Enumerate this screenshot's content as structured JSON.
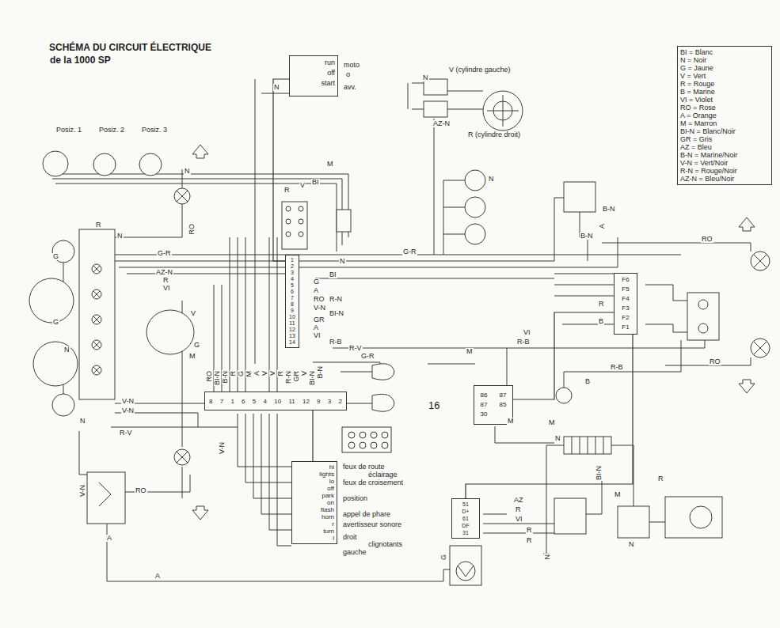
{
  "diagram": {
    "title": "SCHÉMA DU CIRCUIT ÉLECTRIQUE",
    "nodes": [
      {
        "text": [
          "run",
          "off",
          "start"
        ]
      },
      {
        "text": [
          "BI = Blanc",
          "N = Noir",
          "G = Jaune",
          "V = Vert",
          "R = Rouge",
          "B = Marine",
          "VI = Violet",
          "RO = Rose",
          "A = Orange",
          "M = Marron",
          "BI-N = Blanc/Noir",
          "GR = Gris",
          "AZ = Bleu",
          "B-N = Marine/Noir",
          "V-N = Vert/Noir",
          "R-N = Rouge/Noir",
          "AZ-N = Bleu/Noir"
        ]
      },
      {
        "text": [
          "1",
          "2",
          "3",
          "4",
          "5",
          "6",
          "7",
          "8",
          "9",
          "10",
          "11",
          "12",
          "13",
          "14"
        ]
      },
      {
        "text": [
          "F6",
          "F5",
          "F4",
          "F3",
          "F2",
          "F1"
        ]
      },
      {
        "text": [
          "8",
          "7",
          "1",
          "6",
          "5",
          "4",
          "10",
          "11",
          "12",
          "9",
          "3",
          "2"
        ]
      },
      {
        "text": [
          "86",
          "87",
          "87",
          "85",
          "30"
        ]
      },
      {
        "text": [
          "hi",
          "lights",
          "lo",
          "off",
          "park",
          "on",
          "flash",
          "horn",
          "r",
          "turn",
          "l"
        ]
      },
      {
        "text": [
          "51",
          "D+",
          "61",
          "DF",
          "31"
        ]
      }
    ],
    "edges": [
      {
        "from": 0,
        "to": 2,
        "arrow": "none"
      },
      {
        "from": 6,
        "to": 4,
        "arrow": "none"
      },
      {
        "from": 5,
        "to": 3,
        "arrow": "none"
      },
      {
        "from": 7,
        "to": 3,
        "arrow": "none"
      }
    ],
    "labels": [
      "de la 1000 SP",
      "Posiz. 1",
      "Posiz. 2",
      "Posiz. 3",
      "moto",
      "o",
      "avv.",
      "V (cylindre gauche)",
      "R (cylindre droit)",
      "feux de route",
      "éclairage",
      "feux de croisement",
      "position",
      "appel de phare",
      "avertisseur sonore",
      "droit",
      "clignotants",
      "gauche",
      "16",
      "N",
      "BI",
      "M",
      "R",
      "V",
      "RO",
      "G-R",
      "G-R",
      "AZ-N",
      "R",
      "VI",
      "N",
      "BI",
      "G",
      "A",
      "RO",
      "R-N",
      "V-N",
      "BI-N",
      "GR",
      "A",
      "VI",
      "R-B",
      "R-V",
      "G-R",
      "B-N",
      "RO",
      "BI-N",
      "B-N",
      "R",
      "G",
      "M",
      "A",
      "V",
      "V",
      "R",
      "R-N",
      "GR",
      "V",
      "BI-N",
      "V-N",
      "V-N",
      "R-V",
      "N",
      "V-N",
      "V-N",
      "RO",
      "A",
      "A",
      "G",
      "G",
      "N",
      "R",
      "N",
      "V",
      "G",
      "M",
      "N",
      "N",
      "AZ-N",
      "N",
      "B-N",
      "B-N",
      "A",
      "RO",
      "RO",
      "R",
      "B",
      "R-B",
      "VI",
      "R-B",
      "M",
      "B",
      "M",
      "M",
      "N",
      "AZ",
      "R",
      "VI",
      "R",
      "R",
      "R",
      "M",
      "BI-N",
      "N",
      "N",
      "G"
    ]
  }
}
